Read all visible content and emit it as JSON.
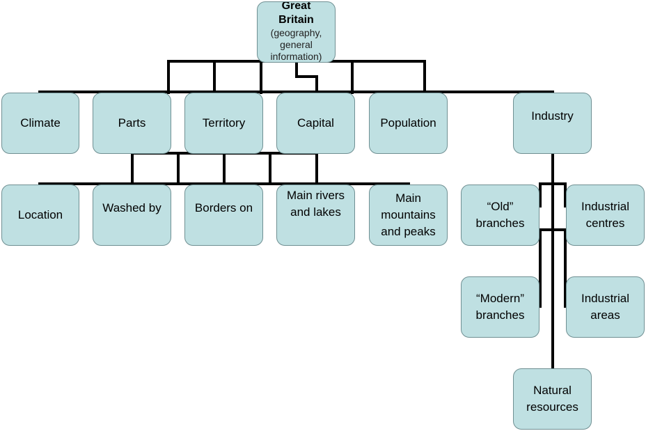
{
  "root": {
    "title": "Great Britain",
    "subtitle": "(geography, general information)"
  },
  "row1": {
    "climate": "Climate",
    "parts": "Parts",
    "territory": "Territory",
    "capital": "Capital",
    "population": "Population",
    "industry": "Industry"
  },
  "row2": {
    "location": "Location",
    "washed_by": "Washed by",
    "borders_on": "Borders on",
    "main_rivers": "Main rivers and lakes",
    "main_mountains": "Main mountains and peaks"
  },
  "industry_children": {
    "old_branches": "“Old” branches",
    "industrial_centres": "Industrial centres",
    "modern_branches": "“Modern” branches",
    "industrial_areas": "Industrial areas",
    "natural_resources": "Natural resources"
  }
}
